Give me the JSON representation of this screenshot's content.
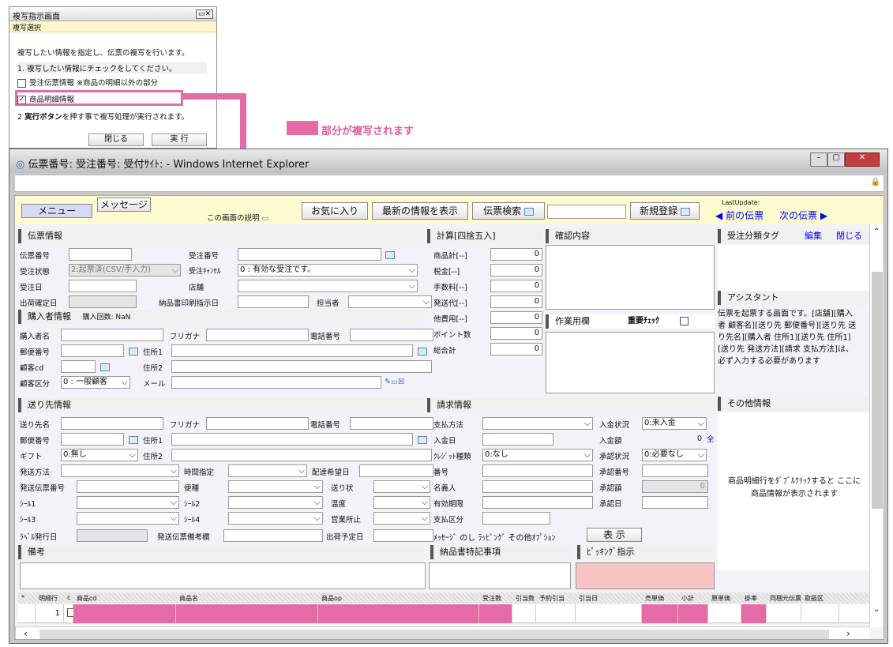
{
  "dialog": {
    "title": "複写指示画面",
    "tab": "複写選択",
    "intro": "複写したい情報を指定し、伝票の複写を行います。",
    "step1": "1. 複写したい情報にチェックをしてください。",
    "opt1": "受注伝票情報 ※商品の明細以外の部分",
    "opt2": "商品明細情報",
    "step2_num": "2",
    "step2_bold": "実行ボタン",
    "step2_rest": "を押す事で複写処理が実行されます。",
    "close_btn": "閉じる",
    "run_btn": "実 行"
  },
  "note": "部分が複写されます",
  "browser": {
    "title": "伝票番号: 受注番号: 受付ｻｲﾄ: - Windows Internet Explorer"
  },
  "toolbar": {
    "menu": "メニュー",
    "message": "メッセージ",
    "explain": "この画面の説明",
    "fav": "お気に入り",
    "refresh": "最新の情報を表示",
    "search": "伝票検索",
    "new": "新規登録",
    "lastupdate": "LastUpdate:",
    "prev": "前の伝票",
    "next": "次の伝票"
  },
  "sections": {
    "denpyo": "伝票情報",
    "keisan": "計算[四捨五入]",
    "kakunin": "確認内容",
    "tag": "受注分類タグ",
    "tag_edit": "編集",
    "tag_close": "閉じる",
    "buyer": "購入者情報",
    "buy_count": "購入回数: NaN",
    "sagyo": "作業用欄",
    "important": "重要ﾁｪｯｸ",
    "assistant": "アシスタント",
    "ship": "送り先情報",
    "seikyu": "請求情報",
    "other": "その他情報",
    "biko": "備考",
    "nohin": "納品書特記事項",
    "picking": "ﾋﾟｯｷﾝｸﾞ指示",
    "msgopt": "ﾒｯｾｰｼﾞ のし ﾗｯﾋﾟﾝｸﾞ その他ｵﾌﾟｼｮﾝ",
    "show": "表 示"
  },
  "labels": {
    "denpyo_no": "伝票番号",
    "juchu_no": "受注番号",
    "status": "受注状態",
    "juchu_cancel": "受注ｷｬﾝｾﾙ",
    "juchu_date": "受注日",
    "tenpo": "店舗",
    "shukka": "出荷確定日",
    "print": "納品書印刷指示日",
    "tanto": "担当者",
    "buyer_name": "購入者名",
    "kana": "フリガナ",
    "tel": "電話番号",
    "zip": "郵便番号",
    "addr1": "住所1",
    "addr2": "住所2",
    "kokyaku_cd": "顧客cd",
    "kokyaku_kbn": "顧客区分",
    "mail": "メール",
    "ship_name": "送り先名",
    "gift": "ギフト",
    "method": "発送方法",
    "time": "時間指定",
    "kibou": "配達希望日",
    "ship_no": "発送伝票番号",
    "bin": "便種",
    "okurijo": "送り状",
    "seal1": "ｼｰﾙ1",
    "seal2": "ｼｰﾙ2",
    "ondo": "温度",
    "seal3": "ｼｰﾙ3",
    "seal4": "ｼｰﾙ4",
    "eigyo": "営業所止",
    "label_date": "ﾗﾍﾞﾙ発行日",
    "ship_biko": "発送伝票備考欄",
    "yotei": "出荷予定日",
    "pay": "支払方法",
    "nyukin_date": "入金日",
    "credit": "ｸﾚｼﾞｯﾄ種類",
    "bango": "番号",
    "meigi": "名義人",
    "kigen": "有効期限",
    "kubun": "支払区分",
    "nyukin_status": "入金状況",
    "nyukin_gaku": "入金額",
    "shonin_status": "承認状況",
    "shonin_no": "承認番号",
    "shonin_gaku": "承認額",
    "shonin_date": "承認日"
  },
  "values": {
    "status": "2:起票済(CSV/手入力)",
    "cancel": "0 : 有効な受注です。",
    "kokyaku_kbn": "0 : 一般顧客",
    "gift": "0:無し",
    "credit": "0:なし",
    "nyukin_status": "0:未入金",
    "nyukin_gaku": "0",
    "zen": "全",
    "shonin_status": "0:必要なし",
    "shonin_gaku": "0"
  },
  "calc": [
    {
      "k": "商品計[--]",
      "v": "0"
    },
    {
      "k": "税金[--]",
      "v": "0"
    },
    {
      "k": "手数料[--]",
      "v": "0"
    },
    {
      "k": "発送代[--]",
      "v": "0"
    },
    {
      "k": "他費用[--]",
      "v": "0"
    },
    {
      "k": "ポイント数",
      "v": "0"
    },
    {
      "k": "総合計",
      "v": "0"
    }
  ],
  "assistant_text": "伝票を起票する画面です。[店舗][購入者 顧客名][送り先 郵便番号][送り先 送り先名][購入者 住所1][送り先 住所1][送り先 発送方法][請求 支払方法]は、必ず入力する必要があります",
  "other_text": "商品明細行をﾀﾞﾌﾞﾙｸﾘｯｸすると ここに商品情報が表示されます",
  "grid": {
    "headers": [
      "*",
      "明細行",
      "c",
      "商品cd",
      "商品名",
      "商品op",
      "受注数",
      "引当数",
      "予約引当",
      "引当日",
      "売単価",
      "小計",
      "原単価",
      "掛率",
      "同梱元伝票",
      "取扱区"
    ],
    "row_no": "1"
  }
}
